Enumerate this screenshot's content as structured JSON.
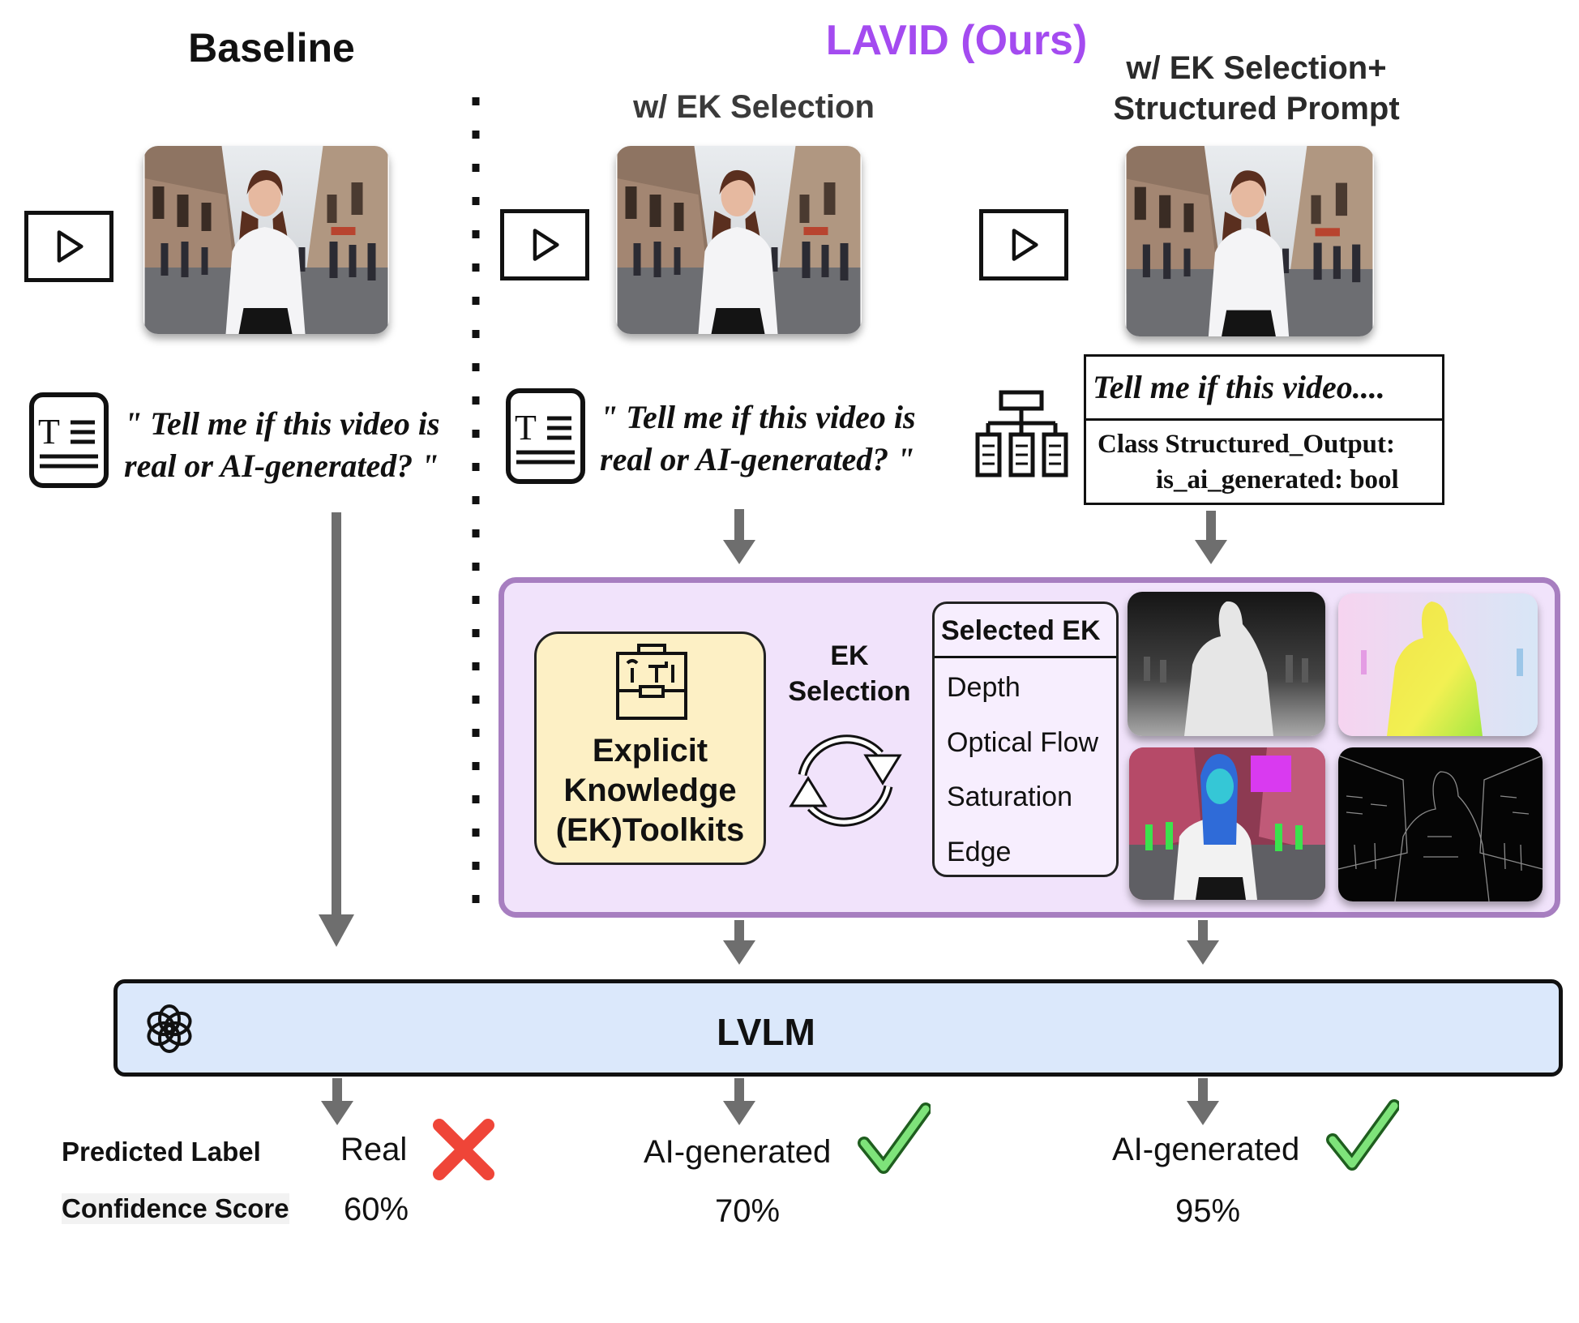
{
  "headers": {
    "baseline": "Baseline",
    "lavid": "LAVID (Ours)",
    "ek_selection": "w/ EK Selection",
    "ek_structured_line1": "w/ EK Selection+",
    "ek_structured_line2": "Structured Prompt"
  },
  "prompt": {
    "line1": "\" Tell me if this video is",
    "line2": "real or AI-generated? \""
  },
  "structured_prompt": {
    "top": "Tell me if this video....",
    "line1": "Class Structured_Output:",
    "line2": "is_ai_generated: bool"
  },
  "ek_panel": {
    "toolkit_line1": "Explicit",
    "toolkit_line2": "Knowledge",
    "toolkit_line3": "(EK)Toolkits",
    "selection_line1": "EK",
    "selection_line2": "Selection",
    "selected_title": "Selected EK",
    "items": [
      "Depth",
      "Optical Flow",
      "Saturation",
      "Edge"
    ]
  },
  "lvlm": {
    "label": "LVLM",
    "icon": "openai-logo-icon"
  },
  "results": {
    "predicted_label_title": "Predicted Label",
    "confidence_title": "Confidence Score",
    "baseline": {
      "label": "Real",
      "score": "60%",
      "correct": false
    },
    "ek_selection": {
      "label": "AI-generated",
      "score": "70%",
      "correct": true
    },
    "ek_structured": {
      "label": "AI-generated",
      "score": "95%",
      "correct": true
    }
  },
  "colors": {
    "lavid_purple": "#a44bf0",
    "panel_border": "#a77ec0",
    "panel_fill": "#f1e3fb",
    "toolkit_fill": "#fdf0c5",
    "lvlm_fill": "#dbe8fb",
    "arrow_gray": "#6e6e6e",
    "cross_red": "#ef4538",
    "check_green": "#3aa33a"
  }
}
